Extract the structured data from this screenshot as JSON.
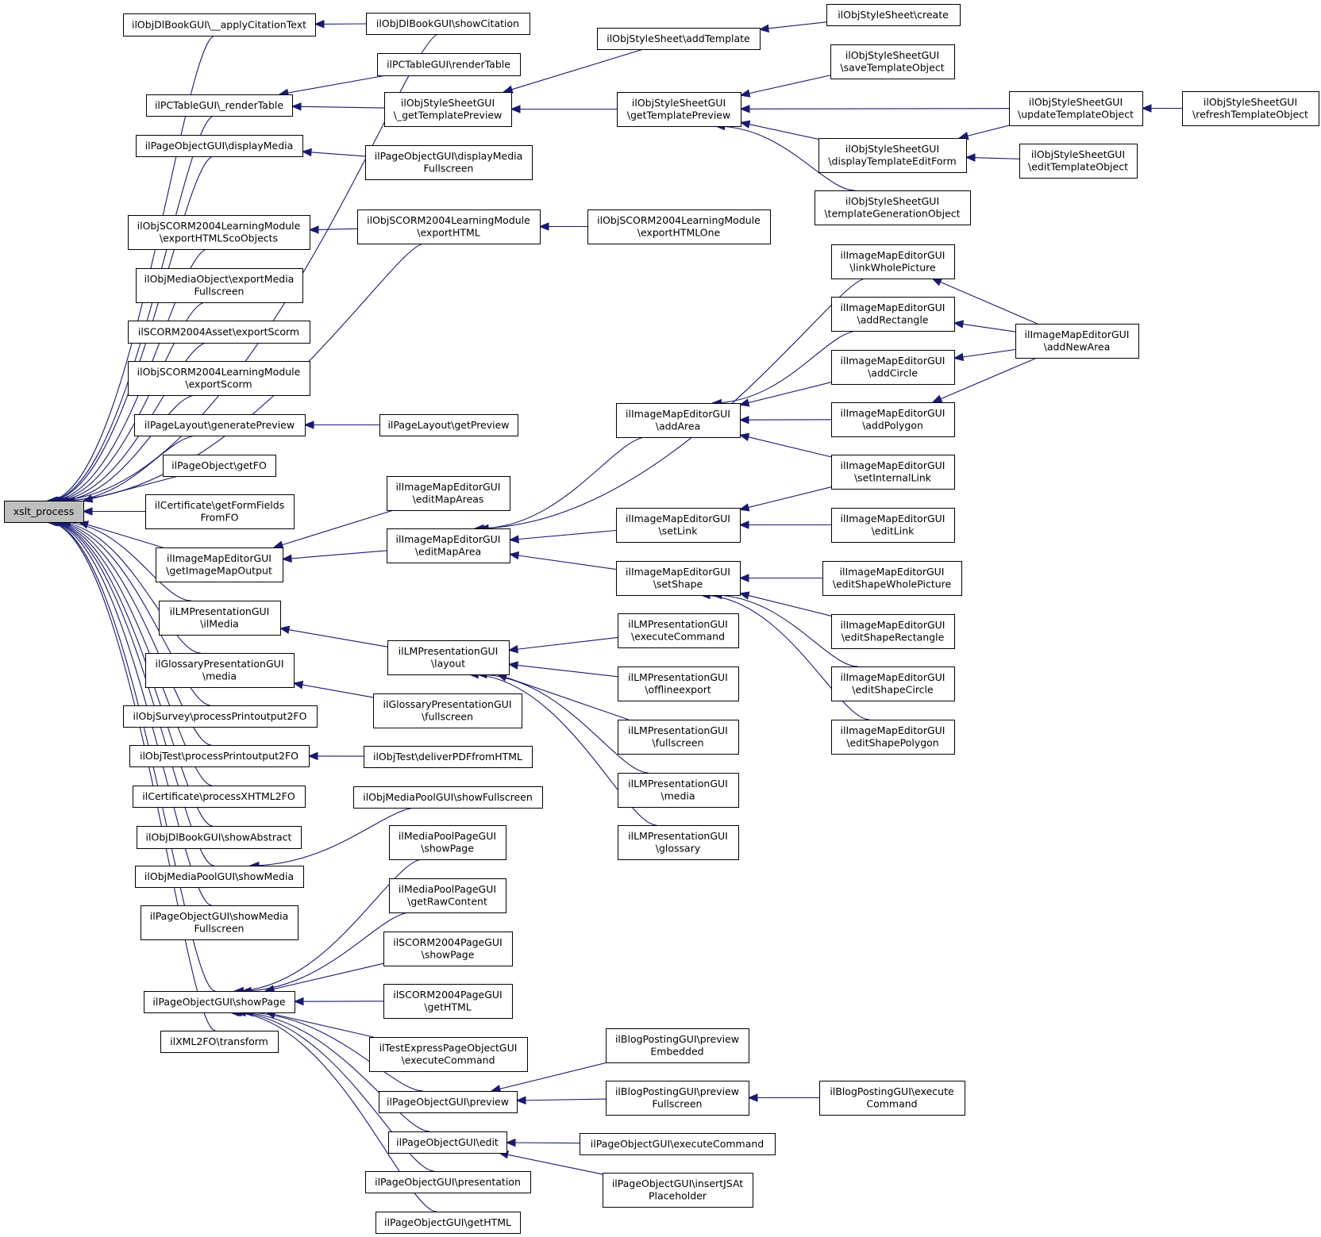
{
  "graph": {
    "edge_color": "#191970",
    "root_fill": "#bfbfbf",
    "nodes": [
      {
        "id": "root",
        "lines": [
          "xslt_process"
        ],
        "root": true
      },
      {
        "id": "n_applyCitation",
        "lines": [
          "ilObjDlBookGUI\\__applyCitationText"
        ]
      },
      {
        "id": "n_showCitation",
        "lines": [
          "ilObjDlBookGUI\\showCitation"
        ]
      },
      {
        "id": "n_pcRender",
        "lines": [
          "ilPCTableGUI\\_renderTable"
        ]
      },
      {
        "id": "n_pcRenderTable",
        "lines": [
          "ilPCTableGUI\\renderTable"
        ]
      },
      {
        "id": "n_tplPreviewStatic",
        "lines": [
          "ilObjStyleSheetGUI",
          "\\_getTemplatePreview"
        ]
      },
      {
        "id": "n_addTemplate",
        "lines": [
          "ilObjStyleSheet\\addTemplate"
        ]
      },
      {
        "id": "n_styleCreate",
        "lines": [
          "ilObjStyleSheet\\create"
        ]
      },
      {
        "id": "n_getTplPreview",
        "lines": [
          "ilObjStyleSheetGUI",
          "\\getTemplatePreview"
        ]
      },
      {
        "id": "n_saveTpl",
        "lines": [
          "ilObjStyleSheetGUI",
          "\\saveTemplateObject"
        ]
      },
      {
        "id": "n_updateTpl",
        "lines": [
          "ilObjStyleSheetGUI",
          "\\updateTemplateObject"
        ]
      },
      {
        "id": "n_refreshTpl",
        "lines": [
          "ilObjStyleSheetGUI",
          "\\refreshTemplateObject"
        ]
      },
      {
        "id": "n_dispTplForm",
        "lines": [
          "ilObjStyleSheetGUI",
          "\\displayTemplateEditForm"
        ]
      },
      {
        "id": "n_editTpl",
        "lines": [
          "ilObjStyleSheetGUI",
          "\\editTemplateObject"
        ]
      },
      {
        "id": "n_tplGen",
        "lines": [
          "ilObjStyleSheetGUI",
          "\\templateGenerationObject"
        ]
      },
      {
        "id": "n_displayMedia",
        "lines": [
          "ilPageObjectGUI\\displayMedia"
        ]
      },
      {
        "id": "n_displayMediaFs",
        "lines": [
          "ilPageObjectGUI\\displayMedia",
          "Fullscreen"
        ]
      },
      {
        "id": "n_exportHTMLSco",
        "lines": [
          "ilObjSCORM2004LearningModule",
          "\\exportHTMLScoObjects"
        ]
      },
      {
        "id": "n_exportHTML",
        "lines": [
          "ilObjSCORM2004LearningModule",
          "\\exportHTML"
        ]
      },
      {
        "id": "n_exportHTMLOne",
        "lines": [
          "ilObjSCORM2004LearningModule",
          "\\exportHTMLOne"
        ]
      },
      {
        "id": "n_exportMediaFs",
        "lines": [
          "ilObjMediaObject\\exportMedia",
          "Fullscreen"
        ]
      },
      {
        "id": "n_assetExport",
        "lines": [
          "ilSCORM2004Asset\\exportScorm"
        ]
      },
      {
        "id": "n_lmExportScorm",
        "lines": [
          "ilObjSCORM2004LearningModule",
          "\\exportScorm"
        ]
      },
      {
        "id": "n_genPreview",
        "lines": [
          "ilPageLayout\\generatePreview"
        ]
      },
      {
        "id": "n_getPreview",
        "lines": [
          "ilPageLayout\\getPreview"
        ]
      },
      {
        "id": "n_getFO",
        "lines": [
          "ilPageObject\\getFO"
        ]
      },
      {
        "id": "n_certFormFields",
        "lines": [
          "ilCertificate\\getFormFields",
          "FromFO"
        ]
      },
      {
        "id": "n_getImageMapOutput",
        "lines": [
          "ilImageMapEditorGUI",
          "\\getImageMapOutput"
        ]
      },
      {
        "id": "n_editMapAreas",
        "lines": [
          "ilImageMapEditorGUI",
          "\\editMapAreas"
        ]
      },
      {
        "id": "n_editMapArea",
        "lines": [
          "ilImageMapEditorGUI",
          "\\editMapArea"
        ]
      },
      {
        "id": "n_linkWhole",
        "lines": [
          "ilImageMapEditorGUI",
          "\\linkWholePicture"
        ]
      },
      {
        "id": "n_addRect",
        "lines": [
          "ilImageMapEditorGUI",
          "\\addRectangle"
        ]
      },
      {
        "id": "n_addCircle",
        "lines": [
          "ilImageMapEditorGUI",
          "\\addCircle"
        ]
      },
      {
        "id": "n_addPolygon",
        "lines": [
          "ilImageMapEditorGUI",
          "\\addPolygon"
        ]
      },
      {
        "id": "n_addNewArea",
        "lines": [
          "ilImageMapEditorGUI",
          "\\addNewArea"
        ]
      },
      {
        "id": "n_addArea",
        "lines": [
          "ilImageMapEditorGUI",
          "\\addArea"
        ]
      },
      {
        "id": "n_setInternalLink",
        "lines": [
          "ilImageMapEditorGUI",
          "\\setInternalLink"
        ]
      },
      {
        "id": "n_setLink",
        "lines": [
          "ilImageMapEditorGUI",
          "\\setLink"
        ]
      },
      {
        "id": "n_editLink",
        "lines": [
          "ilImageMapEditorGUI",
          "\\editLink"
        ]
      },
      {
        "id": "n_setShape",
        "lines": [
          "ilImageMapEditorGUI",
          "\\setShape"
        ]
      },
      {
        "id": "n_editShapeWhole",
        "lines": [
          "ilImageMapEditorGUI",
          "\\editShapeWholePicture"
        ]
      },
      {
        "id": "n_editShapeRect",
        "lines": [
          "ilImageMapEditorGUI",
          "\\editShapeRectangle"
        ]
      },
      {
        "id": "n_editShapeCircle",
        "lines": [
          "ilImageMapEditorGUI",
          "\\editShapeCircle"
        ]
      },
      {
        "id": "n_editShapePoly",
        "lines": [
          "ilImageMapEditorGUI",
          "\\editShapePolygon"
        ]
      },
      {
        "id": "n_lmIlMedia",
        "lines": [
          "ilLMPresentationGUI",
          "\\ilMedia"
        ]
      },
      {
        "id": "n_lmLayout",
        "lines": [
          "ilLMPresentationGUI",
          "\\layout"
        ]
      },
      {
        "id": "n_lmExecCmd",
        "lines": [
          "ilLMPresentationGUI",
          "\\executeCommand"
        ]
      },
      {
        "id": "n_lmOffline",
        "lines": [
          "ilLMPresentationGUI",
          "\\offlineexport"
        ]
      },
      {
        "id": "n_lmFullscreen",
        "lines": [
          "ilLMPresentationGUI",
          "\\fullscreen"
        ]
      },
      {
        "id": "n_lmMedia",
        "lines": [
          "ilLMPresentationGUI",
          "\\media"
        ]
      },
      {
        "id": "n_lmGlossary",
        "lines": [
          "ilLMPresentationGUI",
          "\\glossary"
        ]
      },
      {
        "id": "n_glossMedia",
        "lines": [
          "ilGlossaryPresentationGUI",
          "\\media"
        ]
      },
      {
        "id": "n_glossFullscreen",
        "lines": [
          "ilGlossaryPresentationGUI",
          "\\fullscreen"
        ]
      },
      {
        "id": "n_surveyPrint",
        "lines": [
          "ilObjSurvey\\processPrintoutput2FO"
        ]
      },
      {
        "id": "n_testPrint",
        "lines": [
          "ilObjTest\\processPrintoutput2FO"
        ]
      },
      {
        "id": "n_testPDF",
        "lines": [
          "ilObjTest\\deliverPDFfromHTML"
        ]
      },
      {
        "id": "n_certXHTML",
        "lines": [
          "ilCertificate\\processXHTML2FO"
        ]
      },
      {
        "id": "n_showAbstract",
        "lines": [
          "ilObjDlBookGUI\\showAbstract"
        ]
      },
      {
        "id": "n_mpShowMedia",
        "lines": [
          "ilObjMediaPoolGUI\\showMedia"
        ]
      },
      {
        "id": "n_mpShowFullscreen",
        "lines": [
          "ilObjMediaPoolGUI\\showFullscreen"
        ]
      },
      {
        "id": "n_showMediaFs",
        "lines": [
          "ilPageObjectGUI\\showMedia",
          "Fullscreen"
        ]
      },
      {
        "id": "n_showPage",
        "lines": [
          "ilPageObjectGUI\\showPage"
        ]
      },
      {
        "id": "n_mpPageShow",
        "lines": [
          "ilMediaPoolPageGUI",
          "\\showPage"
        ]
      },
      {
        "id": "n_mpPageRaw",
        "lines": [
          "ilMediaPoolPageGUI",
          "\\getRawContent"
        ]
      },
      {
        "id": "n_scPageShow",
        "lines": [
          "ilSCORM2004PageGUI",
          "\\showPage"
        ]
      },
      {
        "id": "n_scPageHTML",
        "lines": [
          "ilSCORM2004PageGUI",
          "\\getHTML"
        ]
      },
      {
        "id": "n_testExpress",
        "lines": [
          "ilTestExpressPageObjectGUI",
          "\\executeCommand"
        ]
      },
      {
        "id": "n_poPreview",
        "lines": [
          "ilPageObjectGUI\\preview"
        ]
      },
      {
        "id": "n_blogPrevEmb",
        "lines": [
          "ilBlogPostingGUI\\preview",
          "Embedded"
        ]
      },
      {
        "id": "n_blogPrevFs",
        "lines": [
          "ilBlogPostingGUI\\preview",
          "Fullscreen"
        ]
      },
      {
        "id": "n_blogExec",
        "lines": [
          "ilBlogPostingGUI\\execute",
          "Command"
        ]
      },
      {
        "id": "n_poEdit",
        "lines": [
          "ilPageObjectGUI\\edit"
        ]
      },
      {
        "id": "n_poExec",
        "lines": [
          "ilPageObjectGUI\\executeCommand"
        ]
      },
      {
        "id": "n_poInsertJS",
        "lines": [
          "ilPageObjectGUI\\insertJSAt",
          "Placeholder"
        ]
      },
      {
        "id": "n_poPresentation",
        "lines": [
          "ilPageObjectGUI\\presentation"
        ]
      },
      {
        "id": "n_poGetHTML",
        "lines": [
          "ilPageObjectGUI\\getHTML"
        ]
      },
      {
        "id": "n_xml2fo",
        "lines": [
          "ilXML2FO\\transform"
        ]
      }
    ],
    "edges": [
      {
        "from": "n_showCitation",
        "to": "n_applyCitation"
      },
      {
        "from": "n_applyCitation",
        "to": "root"
      },
      {
        "from": "n_showCitation",
        "to": "root"
      },
      {
        "from": "n_pcRenderTable",
        "to": "n_pcRender"
      },
      {
        "from": "n_tplPreviewStatic",
        "to": "n_pcRender"
      },
      {
        "from": "n_pcRender",
        "to": "root"
      },
      {
        "from": "n_addTemplate",
        "to": "n_tplPreviewStatic"
      },
      {
        "from": "n_getTplPreview",
        "to": "n_tplPreviewStatic"
      },
      {
        "from": "n_styleCreate",
        "to": "n_addTemplate"
      },
      {
        "from": "n_saveTpl",
        "to": "n_getTplPreview"
      },
      {
        "from": "n_updateTpl",
        "to": "n_getTplPreview"
      },
      {
        "from": "n_dispTplForm",
        "to": "n_getTplPreview"
      },
      {
        "from": "n_tplGen",
        "to": "n_getTplPreview"
      },
      {
        "from": "n_refreshTpl",
        "to": "n_updateTpl"
      },
      {
        "from": "n_updateTpl",
        "to": "n_dispTplForm"
      },
      {
        "from": "n_editTpl",
        "to": "n_dispTplForm"
      },
      {
        "from": "n_displayMediaFs",
        "to": "n_displayMedia"
      },
      {
        "from": "n_displayMedia",
        "to": "root"
      },
      {
        "from": "n_exportHTML",
        "to": "n_exportHTMLSco"
      },
      {
        "from": "n_exportHTMLOne",
        "to": "n_exportHTML"
      },
      {
        "from": "n_exportHTMLSco",
        "to": "root"
      },
      {
        "from": "n_exportHTML",
        "to": "root"
      },
      {
        "from": "n_exportMediaFs",
        "to": "root"
      },
      {
        "from": "n_assetExport",
        "to": "root"
      },
      {
        "from": "n_lmExportScorm",
        "to": "root"
      },
      {
        "from": "n_getPreview",
        "to": "n_genPreview"
      },
      {
        "from": "n_genPreview",
        "to": "root"
      },
      {
        "from": "n_getFO",
        "to": "root"
      },
      {
        "from": "n_certFormFields",
        "to": "root"
      },
      {
        "from": "n_editMapAreas",
        "to": "n_getImageMapOutput"
      },
      {
        "from": "n_editMapArea",
        "to": "n_getImageMapOutput"
      },
      {
        "from": "n_getImageMapOutput",
        "to": "root"
      },
      {
        "from": "n_linkWhole",
        "to": "n_editMapArea"
      },
      {
        "from": "n_addArea",
        "to": "n_editMapArea"
      },
      {
        "from": "n_setLink",
        "to": "n_editMapArea"
      },
      {
        "from": "n_setShape",
        "to": "n_editMapArea"
      },
      {
        "from": "n_addNewArea",
        "to": "n_linkWhole"
      },
      {
        "from": "n_addNewArea",
        "to": "n_addRect"
      },
      {
        "from": "n_addNewArea",
        "to": "n_addCircle"
      },
      {
        "from": "n_addNewArea",
        "to": "n_addPolygon"
      },
      {
        "from": "n_addRect",
        "to": "n_addArea"
      },
      {
        "from": "n_addCircle",
        "to": "n_addArea"
      },
      {
        "from": "n_addPolygon",
        "to": "n_addArea"
      },
      {
        "from": "n_setInternalLink",
        "to": "n_addArea"
      },
      {
        "from": "n_setInternalLink",
        "to": "n_setLink"
      },
      {
        "from": "n_editLink",
        "to": "n_setLink"
      },
      {
        "from": "n_editShapeWhole",
        "to": "n_setShape"
      },
      {
        "from": "n_editShapeRect",
        "to": "n_setShape"
      },
      {
        "from": "n_editShapeCircle",
        "to": "n_setShape"
      },
      {
        "from": "n_editShapePoly",
        "to": "n_setShape"
      },
      {
        "from": "n_lmLayout",
        "to": "n_lmIlMedia"
      },
      {
        "from": "n_lmIlMedia",
        "to": "root"
      },
      {
        "from": "n_lmExecCmd",
        "to": "n_lmLayout"
      },
      {
        "from": "n_lmOffline",
        "to": "n_lmLayout"
      },
      {
        "from": "n_lmFullscreen",
        "to": "n_lmLayout"
      },
      {
        "from": "n_lmMedia",
        "to": "n_lmLayout"
      },
      {
        "from": "n_lmGlossary",
        "to": "n_lmLayout"
      },
      {
        "from": "n_glossFullscreen",
        "to": "n_glossMedia"
      },
      {
        "from": "n_glossMedia",
        "to": "root"
      },
      {
        "from": "n_surveyPrint",
        "to": "root"
      },
      {
        "from": "n_testPDF",
        "to": "n_testPrint"
      },
      {
        "from": "n_testPrint",
        "to": "root"
      },
      {
        "from": "n_certXHTML",
        "to": "root"
      },
      {
        "from": "n_showAbstract",
        "to": "root"
      },
      {
        "from": "n_mpShowFullscreen",
        "to": "n_mpShowMedia"
      },
      {
        "from": "n_mpShowMedia",
        "to": "root"
      },
      {
        "from": "n_showMediaFs",
        "to": "root"
      },
      {
        "from": "n_showPage",
        "to": "root"
      },
      {
        "from": "n_xml2fo",
        "to": "root"
      },
      {
        "from": "n_mpPageShow",
        "to": "n_showPage"
      },
      {
        "from": "n_mpPageRaw",
        "to": "n_showPage"
      },
      {
        "from": "n_scPageShow",
        "to": "n_showPage"
      },
      {
        "from": "n_scPageHTML",
        "to": "n_showPage"
      },
      {
        "from": "n_testExpress",
        "to": "n_showPage"
      },
      {
        "from": "n_poPreview",
        "to": "n_showPage"
      },
      {
        "from": "n_poEdit",
        "to": "n_showPage"
      },
      {
        "from": "n_poPresentation",
        "to": "n_showPage"
      },
      {
        "from": "n_poGetHTML",
        "to": "n_showPage"
      },
      {
        "from": "n_blogPrevEmb",
        "to": "n_poPreview"
      },
      {
        "from": "n_blogPrevFs",
        "to": "n_poPreview"
      },
      {
        "from": "n_blogExec",
        "to": "n_blogPrevFs"
      },
      {
        "from": "n_poExec",
        "to": "n_poEdit"
      },
      {
        "from": "n_poInsertJS",
        "to": "n_poEdit"
      }
    ]
  }
}
